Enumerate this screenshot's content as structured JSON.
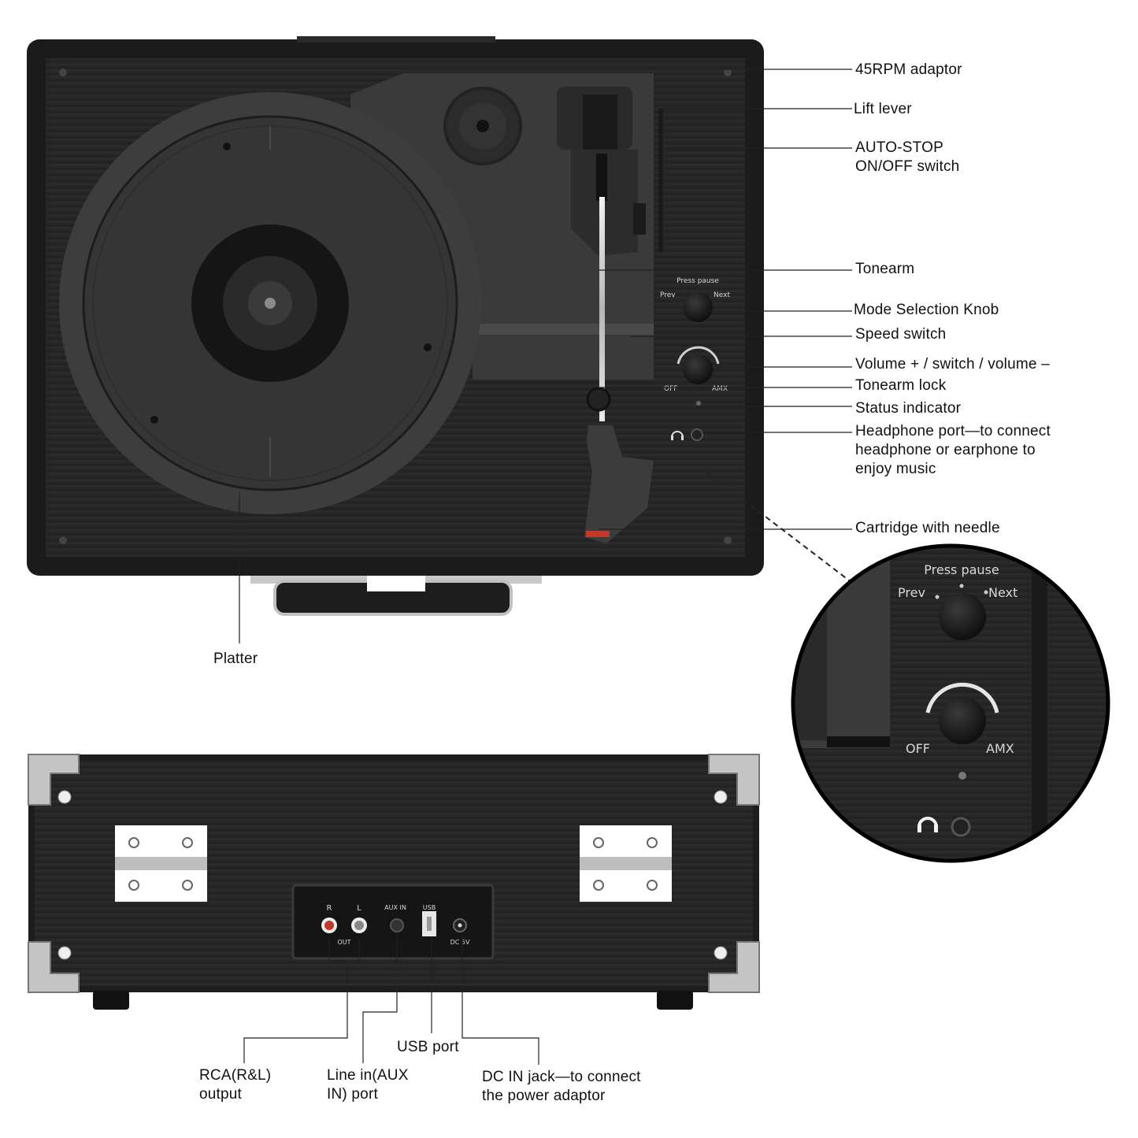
{
  "top_view_labels": {
    "rpm_adaptor": "45RPM adaptor",
    "lift_lever": "Lift lever",
    "auto_stop": "AUTO-STOP\nON/OFF switch",
    "tonearm": "Tonearm",
    "mode_knob": "Mode Selection Knob",
    "speed_switch": "Speed switch",
    "volume": "Volume + / switch / volume –",
    "tonearm_lock": "Tonearm lock",
    "status_indicator": "Status indicator",
    "headphone_port": "Headphone port—to connect\nheadphone or earphone to\nenjoy music",
    "cartridge": "Cartridge with needle",
    "platter": "Platter"
  },
  "panel_markings": {
    "press_pause": "Press pause",
    "prev": "Prev",
    "next": "Next",
    "off": "OFF",
    "max": "AMX"
  },
  "back_panel_markings": {
    "right": "R",
    "left": "L",
    "out": "OUT",
    "aux_in": "AUX IN",
    "usb": "USB",
    "dc": "DC 5V"
  },
  "back_view_labels": {
    "rca": "RCA(R&L)\noutput",
    "line_in": "Line in(AUX\nIN) port",
    "usb_port": "USB port",
    "dc_in": "DC IN jack—to connect\nthe power adaptor"
  }
}
